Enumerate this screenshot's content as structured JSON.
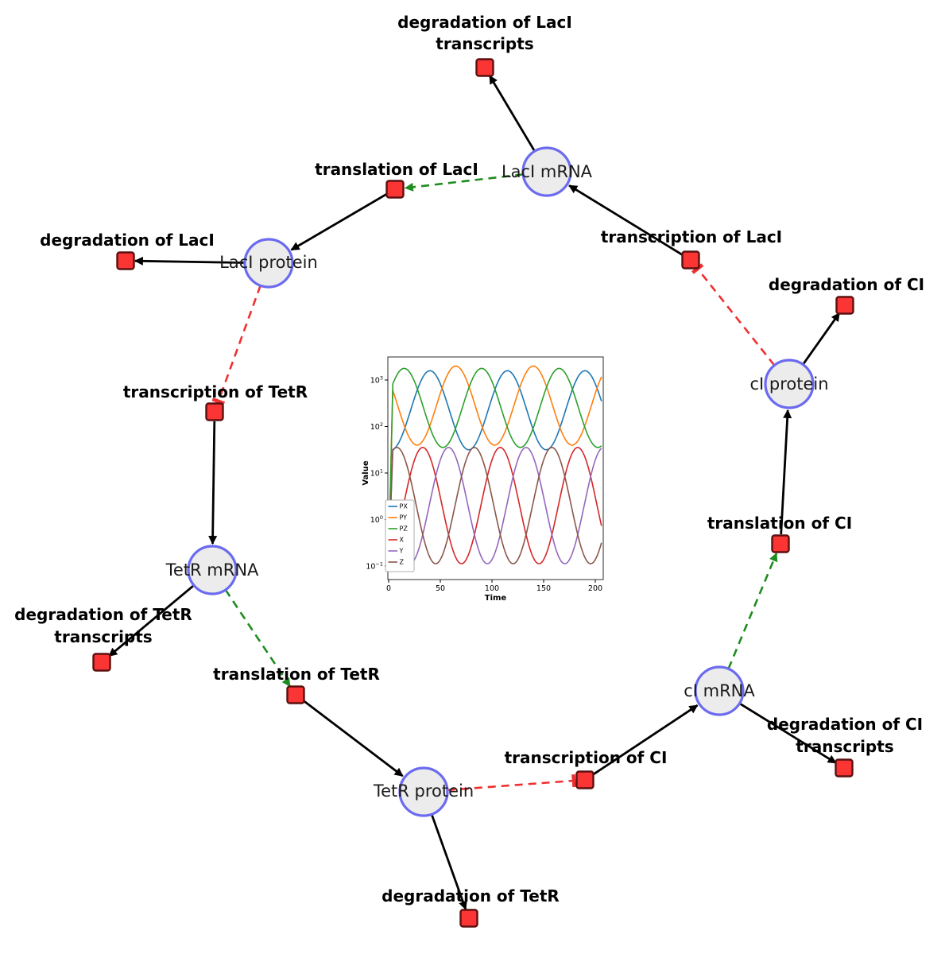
{
  "colors": {
    "species_fill": "#ececec",
    "species_border": "#6b6bf0",
    "reaction_fill": "#fb3434",
    "reaction_border": "#5c1010",
    "edge_black": "#000000",
    "edge_activation_green": "#1e8c1e",
    "edge_inhibition_red": "#f03030"
  },
  "diagram": {
    "species": [
      {
        "label": "LacI mRNA"
      },
      {
        "label": "LacI protein"
      },
      {
        "label": "TetR mRNA"
      },
      {
        "label": "TetR protein"
      },
      {
        "label": "cI mRNA"
      },
      {
        "label": "cI protein"
      }
    ],
    "reactions": [
      {
        "label_lines": [
          "degradation of LacI",
          "transcripts"
        ]
      },
      {
        "label_lines": [
          "translation of LacI"
        ]
      },
      {
        "label_lines": [
          "transcription of LacI"
        ]
      },
      {
        "label_lines": [
          "degradation of LacI"
        ]
      },
      {
        "label_lines": [
          "degradation of CI"
        ]
      },
      {
        "label_lines": [
          "transcription of TetR"
        ]
      },
      {
        "label_lines": [
          "translation of CI"
        ]
      },
      {
        "label_lines": [
          "degradation of TetR",
          "transcripts"
        ]
      },
      {
        "label_lines": [
          "translation of TetR"
        ]
      },
      {
        "label_lines": [
          "transcription of CI"
        ]
      },
      {
        "label_lines": [
          "degradation of CI",
          "transcripts"
        ]
      },
      {
        "label_lines": [
          "degradation of TetR"
        ]
      }
    ]
  },
  "chart_data": {
    "type": "line",
    "title": "",
    "xlabel": "Time",
    "ylabel": "Value",
    "y_scale": "log",
    "x_range": [
      0,
      207
    ],
    "y_range_log10": [
      -1.3,
      3.5
    ],
    "x_ticks": [
      "0",
      "50",
      "100",
      "150",
      "200"
    ],
    "x_tick_values": [
      0,
      50,
      100,
      150,
      200
    ],
    "y_ticks": [
      {
        "base": "10",
        "exp": "3"
      },
      {
        "base": "10",
        "exp": "2"
      },
      {
        "base": "10",
        "exp": "1"
      },
      {
        "base": "10",
        "exp": "0"
      },
      {
        "base": "10",
        "exp": "−1"
      }
    ],
    "legend_position": "lower left",
    "series": [
      {
        "name": "PX",
        "color": "#1f77b4",
        "log_mid": 2.35,
        "log_amp": 0.85,
        "period": 75,
        "peak_t": 40,
        "approx_range": [
          32,
          1600
        ]
      },
      {
        "name": "PY",
        "color": "#ff7f0e",
        "log_mid": 2.45,
        "log_amp": 0.85,
        "period": 75,
        "peak_t": 65,
        "approx_range": [
          40,
          2200
        ]
      },
      {
        "name": "PZ",
        "color": "#2ca02c",
        "log_mid": 2.4,
        "log_amp": 0.85,
        "period": 75,
        "peak_t": 90,
        "approx_range": [
          35,
          1800
        ]
      },
      {
        "name": "X",
        "color": "#d62728",
        "log_mid": 0.3,
        "log_amp": 1.25,
        "period": 75,
        "peak_t": 33,
        "approx_range": [
          0.11,
          35
        ]
      },
      {
        "name": "Y",
        "color": "#9467bd",
        "log_mid": 0.3,
        "log_amp": 1.25,
        "period": 75,
        "peak_t": 58,
        "approx_range": [
          0.11,
          35
        ]
      },
      {
        "name": "Z",
        "color": "#8c564b",
        "log_mid": 0.3,
        "log_amp": 1.25,
        "period": 75,
        "peak_t": 83,
        "approx_range": [
          0.11,
          35
        ]
      }
    ]
  }
}
